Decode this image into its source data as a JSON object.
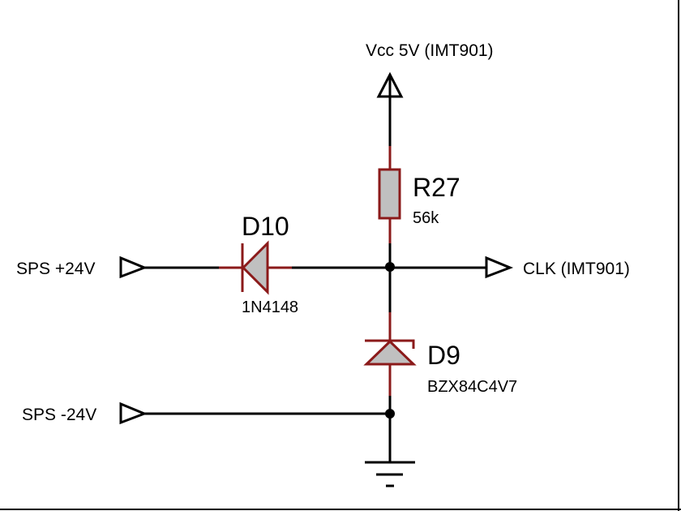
{
  "colors": {
    "wire": "#000000",
    "component_outline": "#8b1a1a",
    "component_fill": "#c0c0c0",
    "background": "#ffffff"
  },
  "nets": {
    "vcc": "Vcc 5V (IMT901)",
    "sps_pos": "SPS +24V",
    "sps_neg": "SPS -24V",
    "clk": "CLK (IMT901)"
  },
  "components": {
    "r27": {
      "ref": "R27",
      "value": "56k",
      "type": "resistor"
    },
    "d10": {
      "ref": "D10",
      "value": "1N4148",
      "type": "diode"
    },
    "d9": {
      "ref": "D9",
      "value": "BZX84C4V7",
      "type": "zener-diode"
    }
  },
  "symbols": {
    "ground": "ground-icon",
    "power": "power-arrow-icon",
    "port": "port-triangle-icon"
  }
}
